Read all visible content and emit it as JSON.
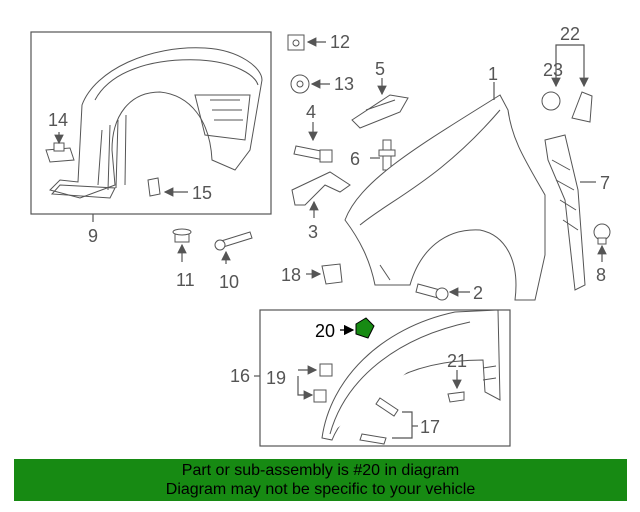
{
  "diagram": {
    "callouts": [
      "1",
      "2",
      "3",
      "4",
      "5",
      "6",
      "7",
      "8",
      "9",
      "10",
      "11",
      "12",
      "13",
      "14",
      "15",
      "16",
      "17",
      "18",
      "19",
      "20",
      "21",
      "22",
      "23"
    ],
    "highlighted_part": "20",
    "highlight_color": "#178a13"
  },
  "banner": {
    "line1": "Part or sub-assembly is #20 in diagram",
    "line2": "Diagram may not be specific to your vehicle",
    "color": "#178a13"
  }
}
